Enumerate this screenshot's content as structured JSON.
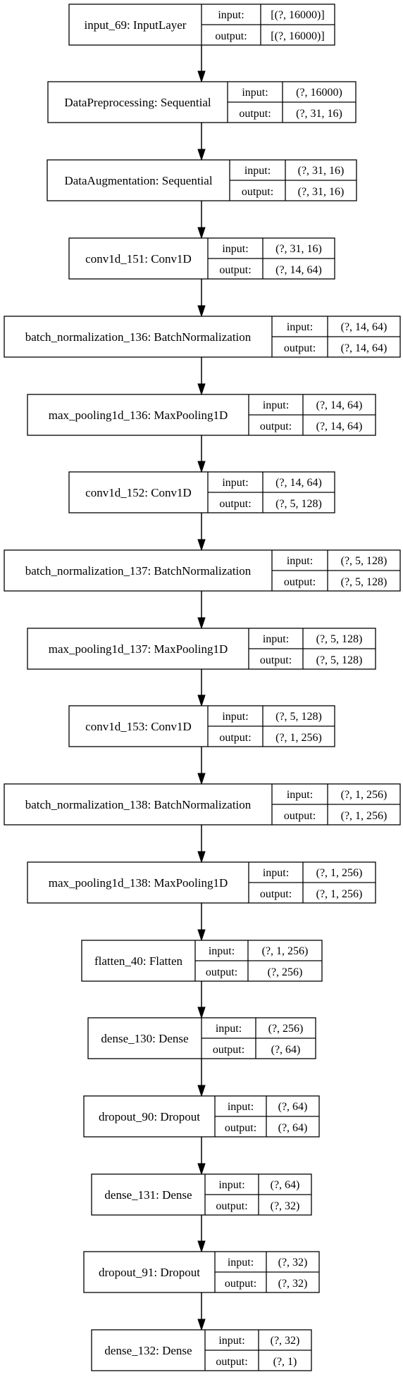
{
  "labels": {
    "input": "input:",
    "output": "output:"
  },
  "layers": [
    {
      "name": "input_69: InputLayer",
      "input": "[(?, 16000)]",
      "output": "[(?, 16000)]"
    },
    {
      "name": "DataPreprocessing: Sequential",
      "input": "(?, 16000)",
      "output": "(?, 31, 16)"
    },
    {
      "name": "DataAugmentation: Sequential",
      "input": "(?, 31, 16)",
      "output": "(?, 31, 16)"
    },
    {
      "name": "conv1d_151: Conv1D",
      "input": "(?, 31, 16)",
      "output": "(?, 14, 64)"
    },
    {
      "name": "batch_normalization_136: BatchNormalization",
      "input": "(?, 14, 64)",
      "output": "(?, 14, 64)"
    },
    {
      "name": "max_pooling1d_136: MaxPooling1D",
      "input": "(?, 14, 64)",
      "output": "(?, 14, 64)"
    },
    {
      "name": "conv1d_152: Conv1D",
      "input": "(?, 14, 64)",
      "output": "(?, 5, 128)"
    },
    {
      "name": "batch_normalization_137: BatchNormalization",
      "input": "(?, 5, 128)",
      "output": "(?, 5, 128)"
    },
    {
      "name": "max_pooling1d_137: MaxPooling1D",
      "input": "(?, 5, 128)",
      "output": "(?, 5, 128)"
    },
    {
      "name": "conv1d_153: Conv1D",
      "input": "(?, 5, 128)",
      "output": "(?, 1, 256)"
    },
    {
      "name": "batch_normalization_138: BatchNormalization",
      "input": "(?, 1, 256)",
      "output": "(?, 1, 256)"
    },
    {
      "name": "max_pooling1d_138: MaxPooling1D",
      "input": "(?, 1, 256)",
      "output": "(?, 1, 256)"
    },
    {
      "name": "flatten_40: Flatten",
      "input": "(?, 1, 256)",
      "output": "(?, 256)"
    },
    {
      "name": "dense_130: Dense",
      "input": "(?, 256)",
      "output": "(?, 64)"
    },
    {
      "name": "dropout_90: Dropout",
      "input": "(?, 64)",
      "output": "(?, 64)"
    },
    {
      "name": "dense_131: Dense",
      "input": "(?, 64)",
      "output": "(?, 32)"
    },
    {
      "name": "dropout_91: Dropout",
      "input": "(?, 32)",
      "output": "(?, 32)"
    },
    {
      "name": "dense_132: Dense",
      "input": "(?, 32)",
      "output": "(?, 1)"
    }
  ]
}
